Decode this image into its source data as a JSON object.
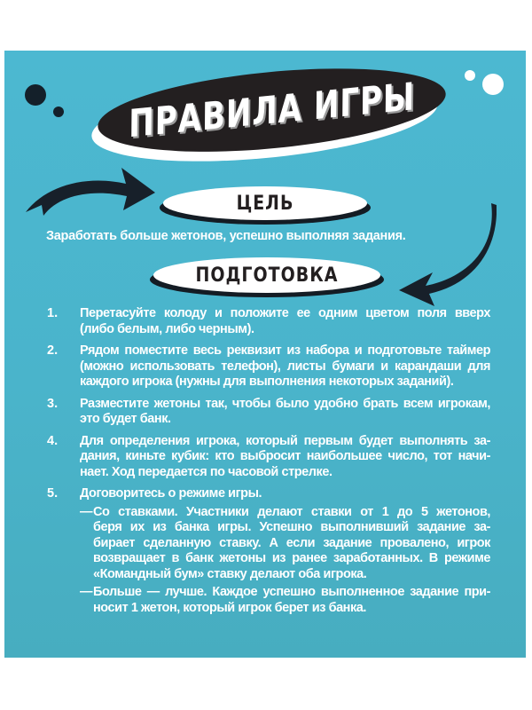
{
  "colors": {
    "background": "#4bb5cc",
    "badge_dark": "#231f20",
    "badge_light": "#ffffff",
    "text": "#ffffff"
  },
  "title": "ПРАВИЛА ИГРЫ",
  "sections": {
    "goal": {
      "heading": "ЦЕЛЬ",
      "text": "Заработать больше жетонов, успешно выполняя задания."
    },
    "setup": {
      "heading": "ПОДГОТОВКА",
      "items": [
        {
          "number": "1.",
          "lines": [
            "Перетасуйте колоду и положите ее одним цветом поля вверх",
            "(либо белым, либо черным)."
          ]
        },
        {
          "number": "2.",
          "lines": [
            "Рядом поместите весь реквизит из набора и подготовьте таймер",
            "(можно использовать телефон), листы бумаги и карандаши для",
            "каждого игрока (нужны для выполнения некоторых заданий)."
          ]
        },
        {
          "number": "3.",
          "lines": [
            "Разместите жетоны так, чтобы было удобно брать всем игрокам,",
            "это будет банк."
          ]
        },
        {
          "number": "4.",
          "lines": [
            "Для определения игрока, который первым будет выполнять за-",
            "дания, киньте кубик: кто выбросит наибольшее число, тот начи-",
            "нает. Ход передается по часовой стрелке."
          ]
        },
        {
          "number": "5.",
          "lines": [
            "Договоритесь о режиме игры."
          ],
          "modes": [
            {
              "dash": "—",
              "lines": [
                "Со ставками. Участники делают ставки от 1 до 5 жетонов,",
                "беря их из банка игры. Успешно выполнивший задание за-",
                "бирает сделанную ставку. А если задание провалено, игрок",
                "возвращает в банк жетоны из ранее заработанных. В режиме",
                "«Командный бум» ставку делают оба игрока."
              ]
            },
            {
              "dash": "—",
              "lines": [
                "Больше — лучше. Каждое успешно выполненное задание при-",
                "носит 1 жетон, который игрок берет из банка."
              ]
            }
          ]
        }
      ]
    }
  },
  "decorations": {
    "dots": [
      "dark-dot-large",
      "dark-dot-small",
      "white-dot-small",
      "white-dot-large"
    ],
    "arrows": [
      "curved-arrow-right",
      "curved-arrow-down-left"
    ]
  }
}
